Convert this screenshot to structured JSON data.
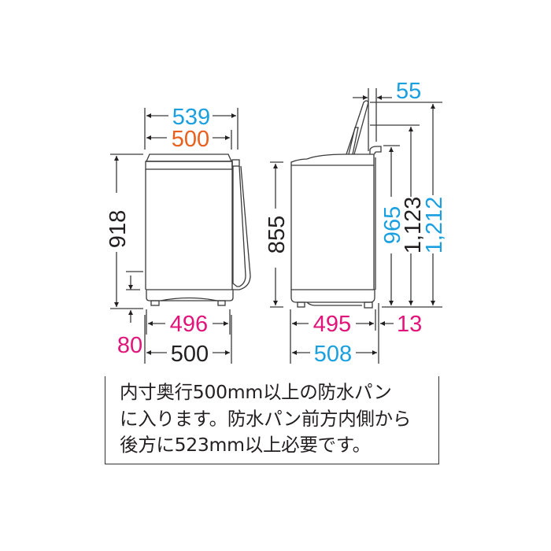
{
  "colors": {
    "line": "#3a3a3a",
    "black_text": "#231f20",
    "blue": "#1aa0e0",
    "orange": "#e8601c",
    "magenta": "#e2147a"
  },
  "front_view": {
    "overall_width": {
      "value": "539",
      "color": "blue"
    },
    "body_width": {
      "value": "500",
      "color": "orange"
    },
    "height": {
      "value": "918",
      "color": "black"
    },
    "base_clearance": {
      "value": "80",
      "color": "magenta"
    },
    "foot_span_width": {
      "value": "496",
      "color": "magenta"
    },
    "base_width": {
      "value": "500",
      "color": "black"
    }
  },
  "side_view": {
    "lid_offset": {
      "value": "55",
      "color": "blue"
    },
    "body_height": {
      "value": "855",
      "color": "black"
    },
    "hose_height": {
      "value": "965",
      "color": "blue"
    },
    "lid_open_height_inner": {
      "value": "1,123",
      "color": "black"
    },
    "lid_open_height_total": {
      "value": "1,212",
      "color": "blue"
    },
    "foot_span_depth": {
      "value": "495",
      "color": "magenta"
    },
    "rear_offset": {
      "value": "13",
      "color": "magenta"
    },
    "overall_depth": {
      "value": "508",
      "color": "blue"
    }
  },
  "note": {
    "lines": [
      "内寸奥行500mm以上の防水パン",
      "に入ります。防水パン前方内側から",
      "後方に523mm以上必要です。"
    ]
  }
}
